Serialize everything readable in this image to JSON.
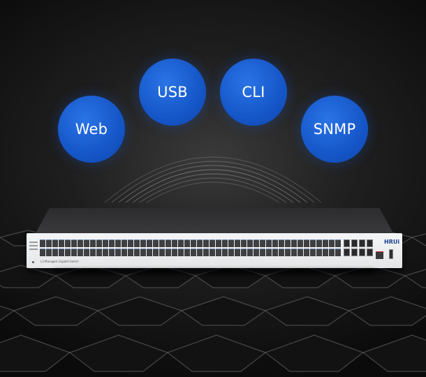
{
  "protocols": {
    "web": "Web",
    "usb": "USB",
    "cli": "CLI",
    "snmp": "SNMP"
  },
  "device": {
    "brand": "HRUi",
    "caption": "L3 Managed Gigabit Switch"
  },
  "colors": {
    "bubble": "#1556c8",
    "background": "#1f1f1f",
    "switch_front": "#eceeef",
    "switch_top": "#333336"
  }
}
